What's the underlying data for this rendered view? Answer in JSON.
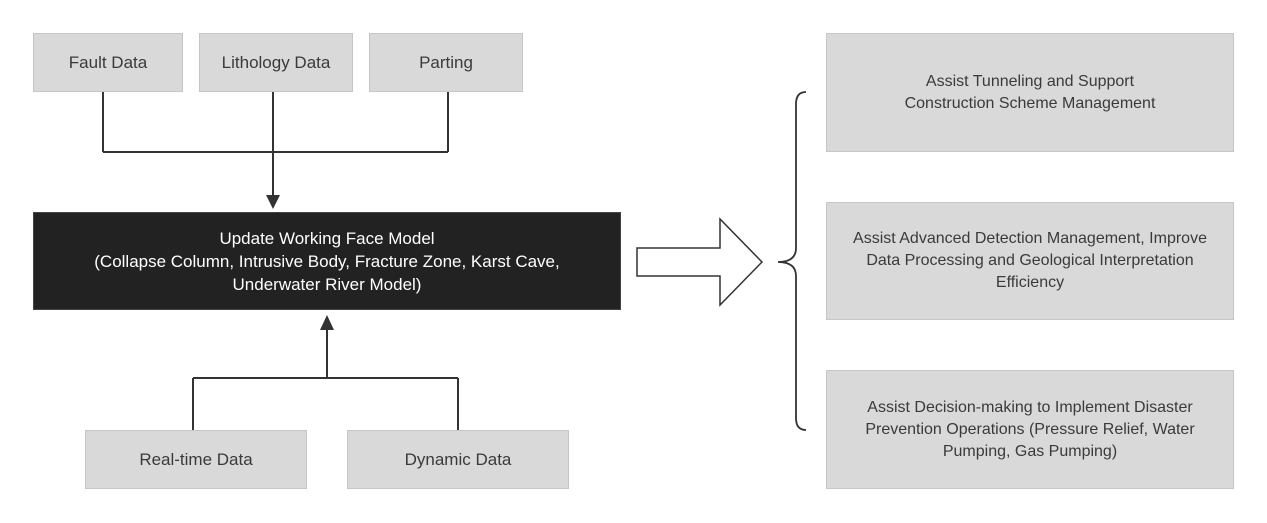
{
  "inputs_top": [
    {
      "label": "Fault Data"
    },
    {
      "label": "Lithology Data"
    },
    {
      "label": "Parting"
    }
  ],
  "model": {
    "title": "Update Working Face Model",
    "detail": "(Collapse Column, Intrusive Body, Fracture Zone, Karst Cave, Underwater River Model)"
  },
  "inputs_bottom": [
    {
      "label": "Real-time Data"
    },
    {
      "label": "Dynamic Data"
    }
  ],
  "outputs": [
    {
      "label": "Assist Tunneling and Support Construction Scheme Management"
    },
    {
      "label": "Assist Advanced Detection Management, Improve Data Processing and Geological Interpretation Efficiency"
    },
    {
      "label": "Assist Decision-making to Implement Disaster Prevention Operations (Pressure Relief, Water Pumping, Gas Pumping)"
    }
  ],
  "colors": {
    "box_fill": "#d9d9d9",
    "model_fill": "#222222",
    "line": "#333333"
  }
}
